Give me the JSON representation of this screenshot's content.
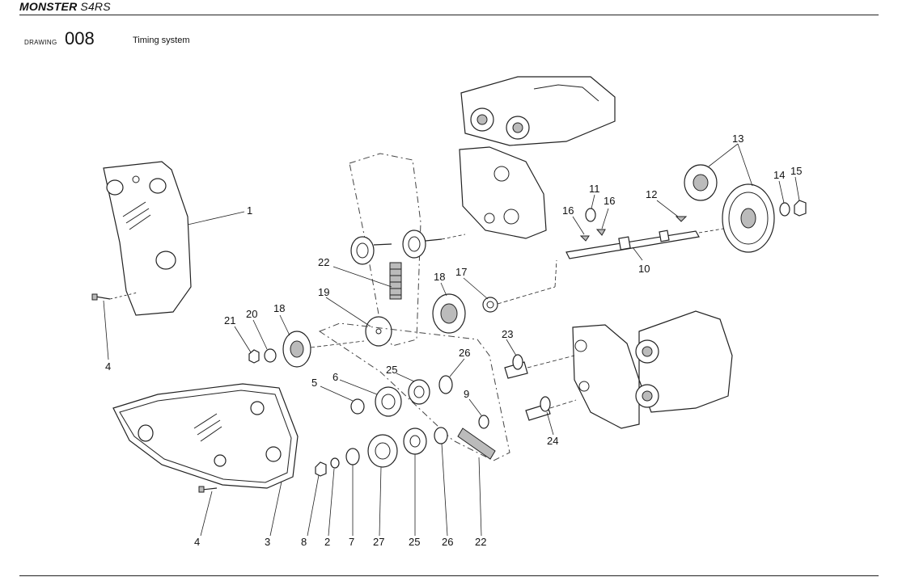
{
  "header": {
    "brand_bold": "MONSTER",
    "brand_model": "S4RS",
    "drawing_label": "DRAWING",
    "drawing_number": "008",
    "drawing_title": "Timing system"
  },
  "callouts": {
    "c1": "1",
    "c4a": "4",
    "c21": "21",
    "c20": "20",
    "c18a": "18",
    "c22a": "22",
    "c19": "19",
    "c18b": "18",
    "c17": "17",
    "c16a": "16",
    "c11": "11",
    "c16b": "16",
    "c12": "12",
    "c10": "10",
    "c13": "13",
    "c14": "14",
    "c15": "15",
    "c23": "23",
    "c26a": "26",
    "c25a": "25",
    "c6": "6",
    "c5": "5",
    "c9": "9",
    "c24": "24",
    "c4b": "4",
    "c3": "3",
    "c8": "8",
    "c2": "2",
    "c7": "7",
    "c27": "27",
    "c25b": "25",
    "c26b": "26",
    "c22b": "22"
  }
}
